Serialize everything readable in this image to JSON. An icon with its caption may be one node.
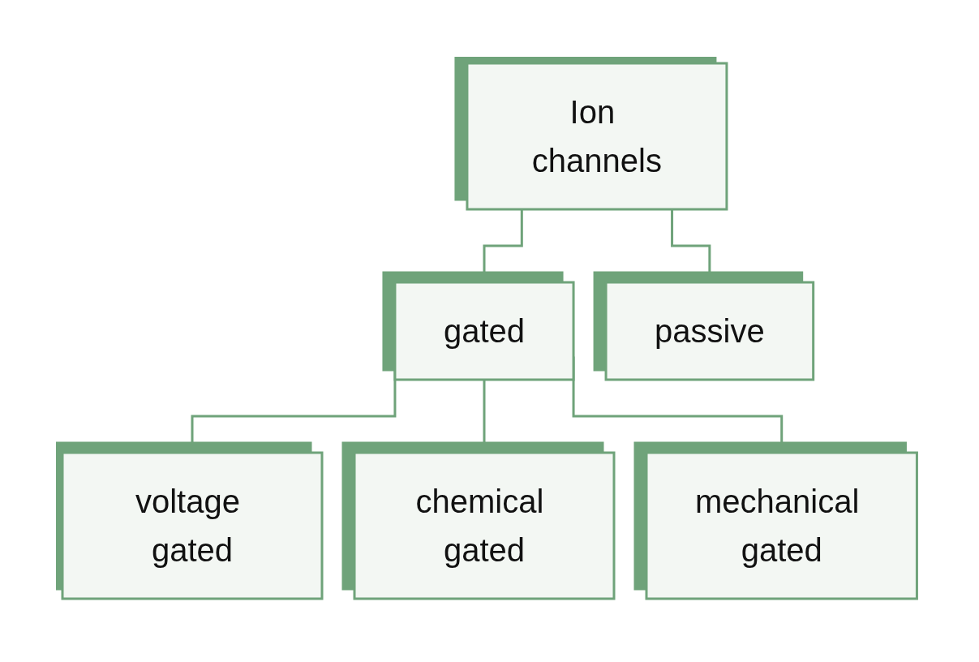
{
  "diagram": {
    "nodes": [
      {
        "text": [
          "Ion channels"
        ]
      },
      {
        "text": [
          "gated"
        ]
      },
      {
        "text": [
          "passive"
        ]
      },
      {
        "text": [
          "voltage gated"
        ]
      },
      {
        "text": [
          "chemical gated"
        ]
      },
      {
        "text": [
          "mechanical gated"
        ]
      }
    ],
    "edges": [
      {
        "from": 0,
        "to": 1,
        "arrow": "none"
      },
      {
        "from": 0,
        "to": 2,
        "arrow": "none"
      },
      {
        "from": 1,
        "to": 3,
        "arrow": "none"
      },
      {
        "from": 1,
        "to": 4,
        "arrow": "none"
      },
      {
        "from": 1,
        "to": 5,
        "arrow": "none"
      }
    ]
  }
}
